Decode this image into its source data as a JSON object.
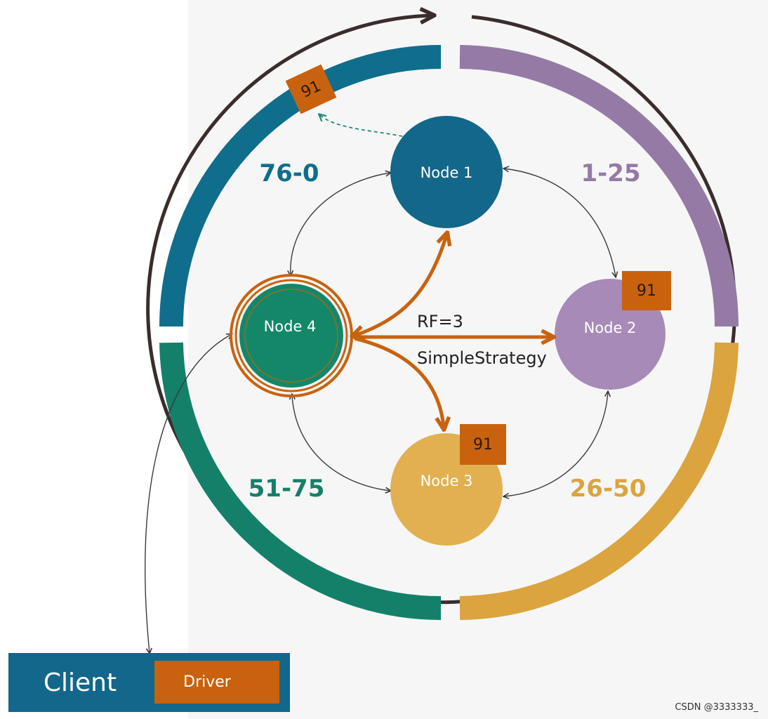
{
  "colors": {
    "teal_dark": "#0f6e8c",
    "purple": "#957aa5",
    "gold": "#dba43f",
    "green": "#15806a",
    "orange": "#c9620e",
    "ring": "#3a2d2b",
    "node1": "#12678a",
    "node2": "#a78ab8",
    "node3": "#e2b050",
    "node4": "#148769"
  },
  "ranges": {
    "top_left": "76-0",
    "top_right": "1-25",
    "bottom_right": "26-50",
    "bottom_left": "51-75"
  },
  "nodes": {
    "node1": "Node 1",
    "node2": "Node 2",
    "node3": "Node 3",
    "node4": "Node 4"
  },
  "token_tag": "91",
  "replication": {
    "rf": "RF=3",
    "strategy": "SimpleStrategy"
  },
  "client": {
    "label": "Client",
    "driver": "Driver"
  },
  "watermark": "CSDN @3333333_"
}
